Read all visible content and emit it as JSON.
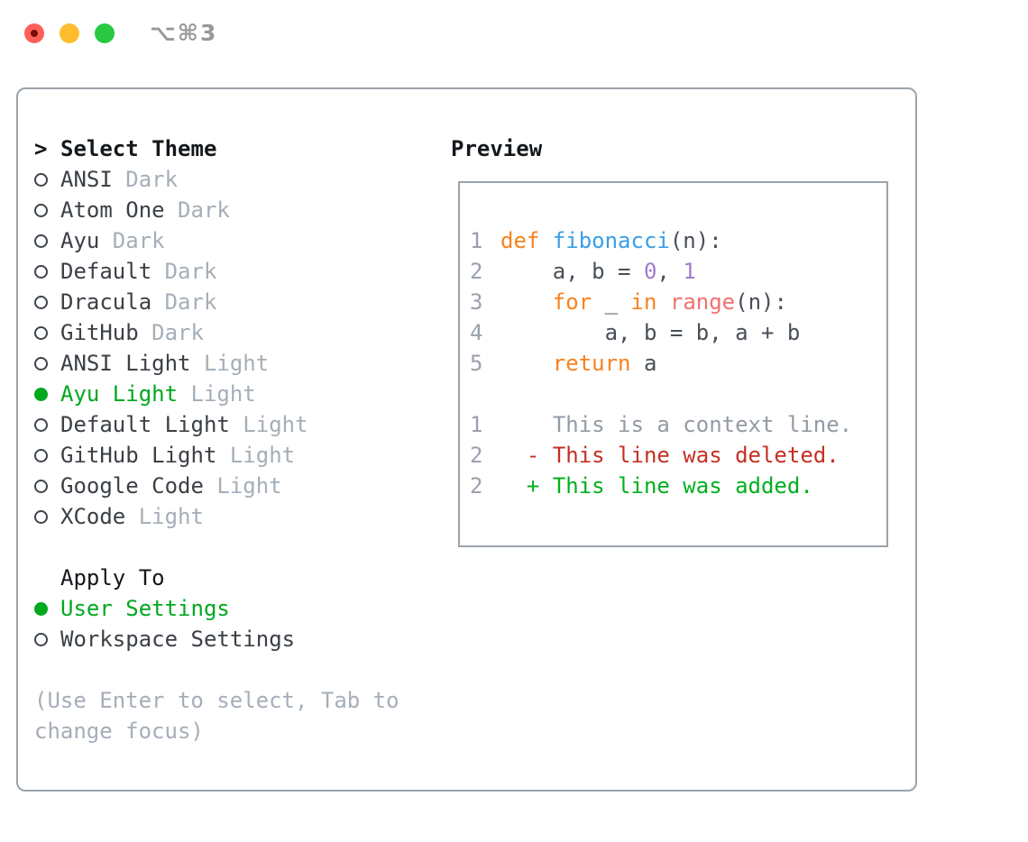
{
  "titlebar": {
    "shortcut": "⌥⌘3",
    "traffic_lights": [
      "close",
      "minimize",
      "zoom"
    ]
  },
  "theme_list": {
    "focus_indicator": ">",
    "header": "Select Theme",
    "items": [
      {
        "name": "ANSI",
        "variant": "Dark",
        "selected": false
      },
      {
        "name": "Atom One",
        "variant": "Dark",
        "selected": false
      },
      {
        "name": "Ayu",
        "variant": "Dark",
        "selected": false
      },
      {
        "name": "Default",
        "variant": "Dark",
        "selected": false
      },
      {
        "name": "Dracula",
        "variant": "Dark",
        "selected": false
      },
      {
        "name": "GitHub",
        "variant": "Dark",
        "selected": false
      },
      {
        "name": "ANSI Light",
        "variant": "Light",
        "selected": false
      },
      {
        "name": "Ayu Light",
        "variant": "Light",
        "selected": true
      },
      {
        "name": "Default Light",
        "variant": "Light",
        "selected": false
      },
      {
        "name": "GitHub Light",
        "variant": "Light",
        "selected": false
      },
      {
        "name": "Google Code",
        "variant": "Light",
        "selected": false
      },
      {
        "name": "XCode",
        "variant": "Light",
        "selected": false
      }
    ]
  },
  "apply_to": {
    "header": "Apply To",
    "options": [
      {
        "label": "User Settings",
        "selected": true
      },
      {
        "label": "Workspace Settings",
        "selected": false
      }
    ]
  },
  "footer_hint": "(Use Enter to select, Tab to change focus)",
  "preview": {
    "header": "Preview",
    "code_lines": [
      {
        "num": "1",
        "tokens": [
          {
            "t": "def",
            "c": "keyword"
          },
          {
            "t": " ",
            "c": "plain"
          },
          {
            "t": "fibonacci",
            "c": "function"
          },
          {
            "t": "(n):",
            "c": "plain"
          }
        ]
      },
      {
        "num": "2",
        "tokens": [
          {
            "t": "    a, b = ",
            "c": "plain"
          },
          {
            "t": "0",
            "c": "number"
          },
          {
            "t": ", ",
            "c": "plain"
          },
          {
            "t": "1",
            "c": "number"
          }
        ]
      },
      {
        "num": "3",
        "tokens": [
          {
            "t": "    ",
            "c": "plain"
          },
          {
            "t": "for",
            "c": "keyword"
          },
          {
            "t": " _ ",
            "c": "plain"
          },
          {
            "t": "in",
            "c": "keyword"
          },
          {
            "t": " ",
            "c": "plain"
          },
          {
            "t": "range",
            "c": "special"
          },
          {
            "t": "(n):",
            "c": "plain"
          }
        ]
      },
      {
        "num": "4",
        "tokens": [
          {
            "t": "        a, b = b, a + b",
            "c": "plain"
          }
        ]
      },
      {
        "num": "5",
        "tokens": [
          {
            "t": "    ",
            "c": "plain"
          },
          {
            "t": "return",
            "c": "keyword"
          },
          {
            "t": " a",
            "c": "plain"
          }
        ]
      },
      {
        "num": "",
        "tokens": []
      },
      {
        "num": "1",
        "tokens": [
          {
            "t": "    This is a context line.",
            "c": "context"
          }
        ]
      },
      {
        "num": "2",
        "tokens": [
          {
            "t": "  - This line was deleted.",
            "c": "deleted"
          }
        ]
      },
      {
        "num": "2",
        "tokens": [
          {
            "t": "  + This line was added.",
            "c": "added"
          }
        ]
      }
    ]
  },
  "colors": {
    "accent_green": "#00A81E",
    "added_green": "#00B01E",
    "deleted_red": "#C43023",
    "keyword_orange": "#F8821F",
    "function_blue": "#399EE6",
    "number_purple": "#A37ACC",
    "builtin_coral": "#F07171",
    "code_plain": "#484F57",
    "gutter_gray": "#99A1AB",
    "context_gray": "#939BA4",
    "muted_gray": "#A5AEB8",
    "item_dark": "#3B4046",
    "header_black": "#14181C",
    "radio_outline": "#3E444B",
    "border_gray": "#9BA3AB",
    "titlebar_gray": "#98989D",
    "tl_red": "#FF5F57",
    "tl_red_dot": "#7A0C06",
    "tl_yellow": "#FEBC2E",
    "tl_green": "#28C840"
  }
}
